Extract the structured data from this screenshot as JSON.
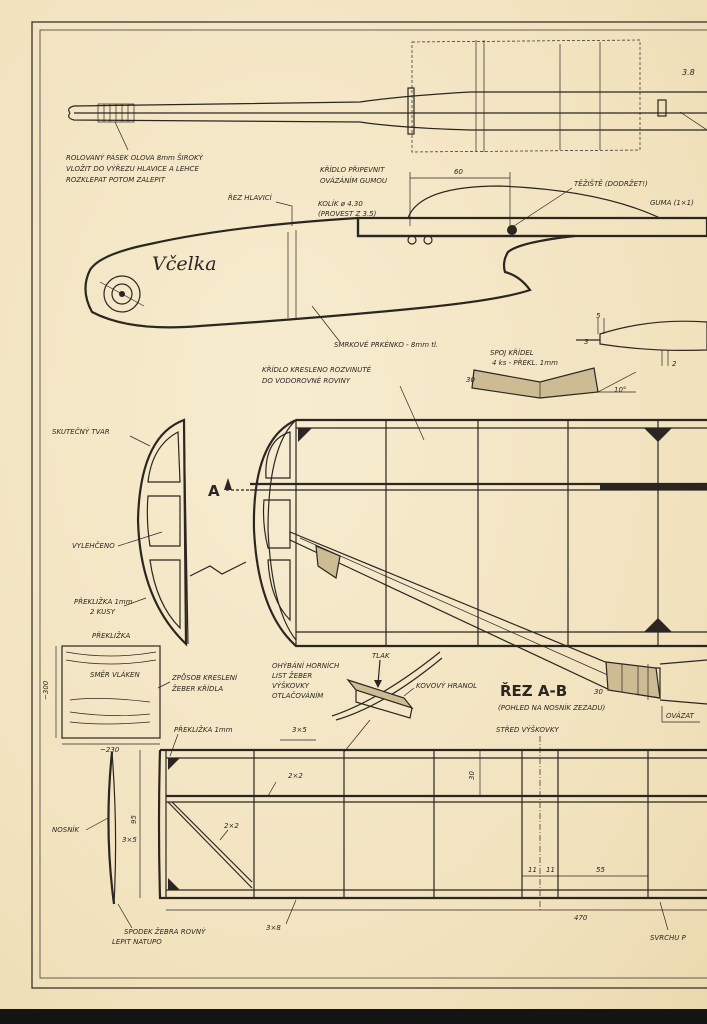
{
  "labels": {
    "olovo_line1": "ROLOVANÝ PÁSEK OLOVA 8mm ŠIROKÝ",
    "olovo_line2": "VLOŽIT DO VÝŘEZU HLAVICE A LEHCE",
    "olovo_line3": "ROZKLEPAT POTOM ZALEPIT",
    "kridlo_pripevnit_1": "KŘÍDLO PŘIPEVNIT",
    "kridlo_pripevnit_2": "OVÁZÁNÍM GUMOU",
    "kolik_1": "KOLÍK ø 4.30",
    "kolik_2": "(PROVEST Z 3.5)",
    "rez_hlavici": "ŘEZ HLAVICÍ",
    "teziste": "TĚŽIŠTĚ (DODRŽET!)",
    "guma": "GUMA (1×1)",
    "dim_38_top": "3.8",
    "dim_60": "60",
    "name": "Včelka",
    "smrk": "SMRKOVÉ PRKÉNKO - 8mm tl.",
    "spoj_1": "SPOJ KŘÍDEL",
    "spoj_2": "4 ks - PŘEKL. 1mm",
    "rozvinute_1": "KŘÍDLO KRESLENO ROZVINUTÉ",
    "rozvinute_2": "DO VODOROVNÉ ROVINY",
    "skutecny": "SKUTEČNÝ TVAR",
    "vylehceno": "VYLEHČENO",
    "preklizka_1": "PŘEKLIŽKA 1mm",
    "preklizka_2": "2 KUSY",
    "preklizka_title": "PŘEKLIŽKA",
    "smer_vlaken": "SMĚR VLÁKEN",
    "dim_300": "~300",
    "dim_230": "~230",
    "zpusob_1": "ZPŮSOB KRESLENÍ",
    "zpusob_2": "ŽEBER KŘÍDLA",
    "ohybani_1": "OHÝBÁNÍ HORNÍCH",
    "ohybani_2": "LIST ŽEBER",
    "ohybani_3": "VÝŠKOVKY",
    "ohybani_4": "OTLAČOVÁNÍM",
    "tlak": "TLAK",
    "kovovy": "KOVOVÝ HRANOL",
    "rez_ab": "ŘEZ A-B",
    "pohled": "(POHLED NA NOSNÍK ZEZADU)",
    "ovazat": "OVÁZAT",
    "marker_a": "A",
    "preklizka_1mm": "PŘEKLIŽKA 1mm",
    "dim_3x5_a": "3×5",
    "stred": "STŘED VÝŠKOVKY",
    "dim_2x2_a": "2×2",
    "dim_2x2_b": "2×2",
    "dim_30": "30",
    "dim_95": "95",
    "nosnik": "NOSNÍK",
    "dim_3x5_b": "3×5",
    "dim_11a": "11",
    "dim_11b": "11",
    "dim_55": "55",
    "dim_470": "470",
    "dim_3x8": "3×8",
    "spodek_1": "SPODEK ŽEBRA ROVNÝ",
    "spodek_2": "LEPIT NATUPO",
    "svrchu": "SVRCHU P",
    "dim_10deg": "10°",
    "dim_5": "5",
    "dim_3": "3",
    "dim_2": "2",
    "dim_30b": "30"
  },
  "colors": {
    "paper": "#f3e6c4",
    "ink": "#2b2621"
  }
}
